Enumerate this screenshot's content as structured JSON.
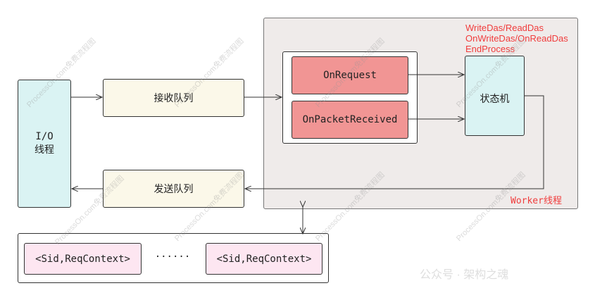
{
  "io_thread": {
    "line1": "I/O",
    "line2": "线程"
  },
  "receive_queue": "接收队列",
  "send_queue": "发送队列",
  "worker": {
    "label": "Worker线程",
    "on_request": "OnRequest",
    "on_packet_received": "OnPacketReceived",
    "state_machine": "状态机",
    "events": [
      "WriteDas/ReadDas",
      "OnWriteDas/OnReadDas",
      "EndProcess"
    ]
  },
  "context_store": {
    "items": [
      "<Sid,ReqContext>",
      "<Sid,ReqContext>"
    ],
    "ellipsis": "······"
  },
  "watermarks": {
    "processon": "ProcessOn.com免费流程图",
    "wechat": "公众号 · 架构之魂"
  },
  "colors": {
    "accent_red": "#f03c3c",
    "handler_fill": "#f19594",
    "queue_fill": "#fbf8e9",
    "thread_fill": "#daf3f3",
    "context_fill": "#fde6f1"
  }
}
